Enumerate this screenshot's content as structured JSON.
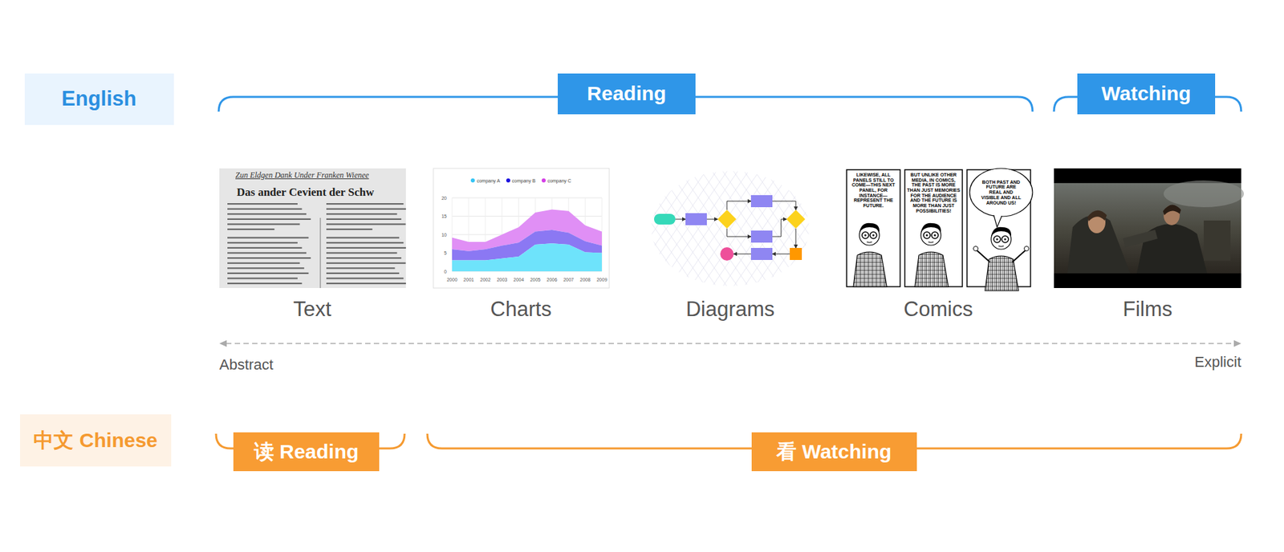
{
  "diagram": {
    "nodes": [
      {
        "text": [
          "English"
        ]
      },
      {
        "text": [
          "Reading"
        ]
      },
      {
        "text": [
          "Watching"
        ]
      },
      {
        "text": [
          "中文 Chinese"
        ]
      },
      {
        "text": [
          "读 Reading"
        ]
      },
      {
        "text": [
          "看 Watching"
        ]
      }
    ],
    "labels": [
      "Zun Eldgen Dank Under Franken Wienee",
      "Das ander Cevient der Schw",
      "20",
      "15",
      "10",
      "5",
      "0",
      "2000",
      "2001",
      "2002",
      "2003",
      "2004",
      "2005",
      "2006",
      "2007",
      "2008",
      "2009",
      "LIKEWISE, ALL PANELS STILL TO COME—THIS NEXT PANEL, FOR INSTANCE—REPRESENT THE FUTURE.",
      "BUT UNLIKE OTHER MEDIA, IN COMICS, THE PAST IS MORE THAN JUST MEMORIES FOR THE AUDIENCE AND THE FUTURE IS MORE THAN JUST POSSIBILITIES!",
      "BOTH PAST AND FUTURE ARE REAL AND VISIBLE AND ALL AROUND US!",
      "Text",
      "Charts",
      "Diagrams",
      "Comics",
      "Films",
      "Abstract",
      "Explicit"
    ],
    "legend": [
      {
        "text": "company A",
        "color": "#33c4f5"
      },
      {
        "text": "company B",
        "color": "#1b12e0"
      },
      {
        "text": "company C",
        "color": "#d43ee6"
      }
    ]
  }
}
